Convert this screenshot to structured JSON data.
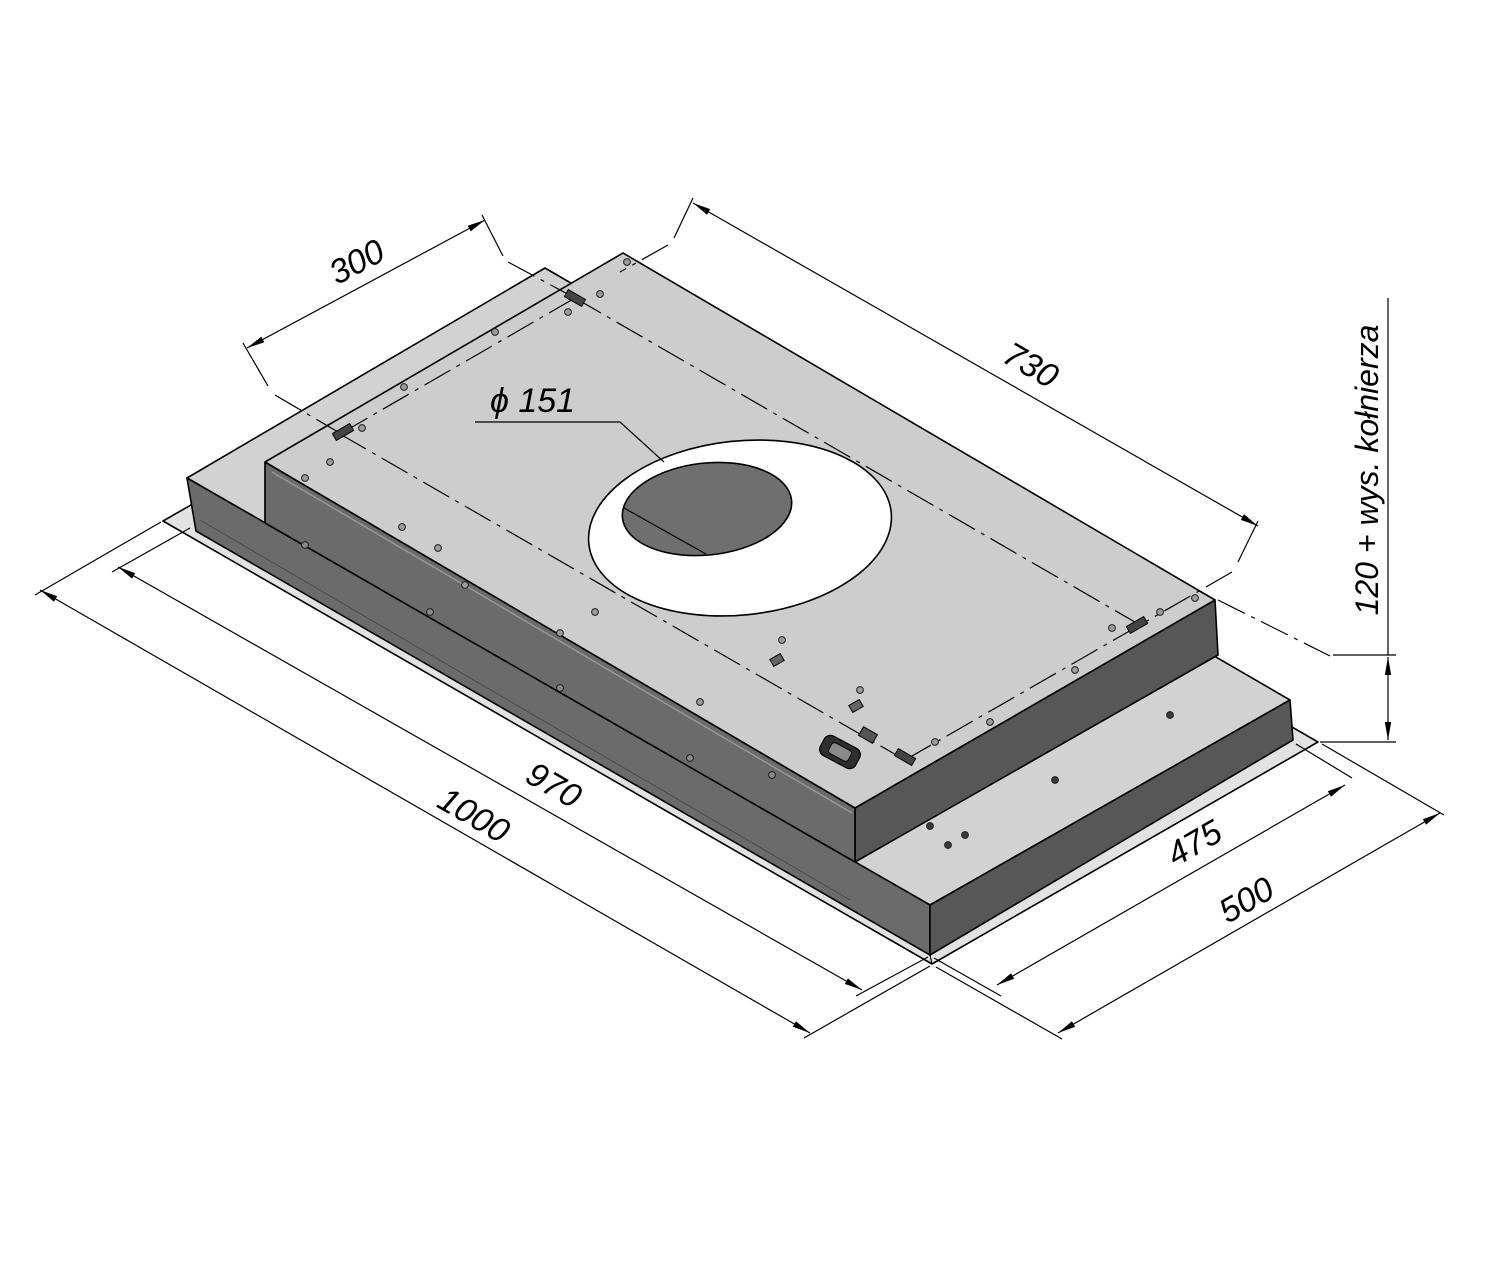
{
  "dimensions": {
    "top_mount_width": "300",
    "top_mount_length": "730",
    "outlet_diameter": "ϕ 151",
    "inner_length": "970",
    "outer_length": "1000",
    "inner_width": "475",
    "outer_width": "500",
    "height": "120 + wys. kołnierza"
  },
  "colors": {
    "flange": "#e2e2e2",
    "top_surface": "#cdcdcd",
    "lower_top_surface": "#d2d2d2",
    "front_face": "#6b6b6b",
    "side_face": "#575757",
    "duct_ring": "#ffffff",
    "duct_opening": "#6f6f6f"
  }
}
